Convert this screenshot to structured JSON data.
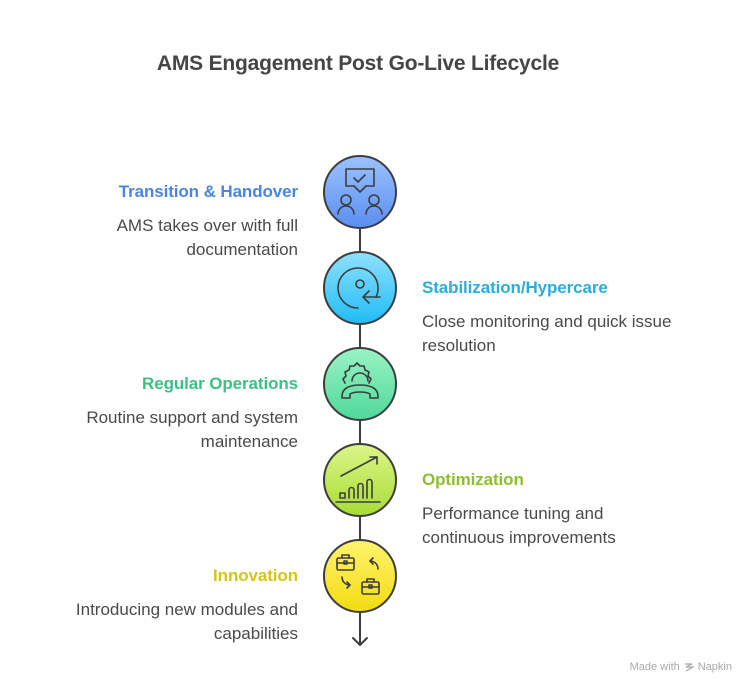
{
  "title": "AMS Engagement Post Go-Live Lifecycle",
  "steps": [
    {
      "heading": "Transition & Handover",
      "description": "AMS takes over with full documentation",
      "side": "left",
      "color": "#4a86e0",
      "icon": "presentation-people-icon",
      "fill_top": "#9cc2ff",
      "fill_bottom": "#5a8ff0"
    },
    {
      "heading": "Stabilization/Hypercare",
      "description": "Close monitoring and quick issue resolution",
      "side": "right",
      "color": "#2aaedb",
      "icon": "cycle-arrow-icon",
      "fill_top": "#8fe0ff",
      "fill_bottom": "#1fbdf5"
    },
    {
      "heading": "Regular Operations",
      "description": "Routine support and system maintenance",
      "side": "left",
      "color": "#3cc083",
      "icon": "support-gear-phone-icon",
      "fill_top": "#9af3c4",
      "fill_bottom": "#4ed99a"
    },
    {
      "heading": "Optimization",
      "description": "Performance tuning and continuous improvements",
      "side": "right",
      "color": "#8dbf2e",
      "icon": "growth-chart-icon",
      "fill_top": "#ddf58a",
      "fill_bottom": "#a7dd33"
    },
    {
      "heading": "Innovation",
      "description": "Introducing new modules and capabilities",
      "side": "left",
      "color": "#d6c516",
      "icon": "briefcase-exchange-icon",
      "fill_top": "#fff36e",
      "fill_bottom": "#f3dc10"
    }
  ],
  "footer": {
    "made_with": "Made with",
    "brand": "Napkin"
  }
}
